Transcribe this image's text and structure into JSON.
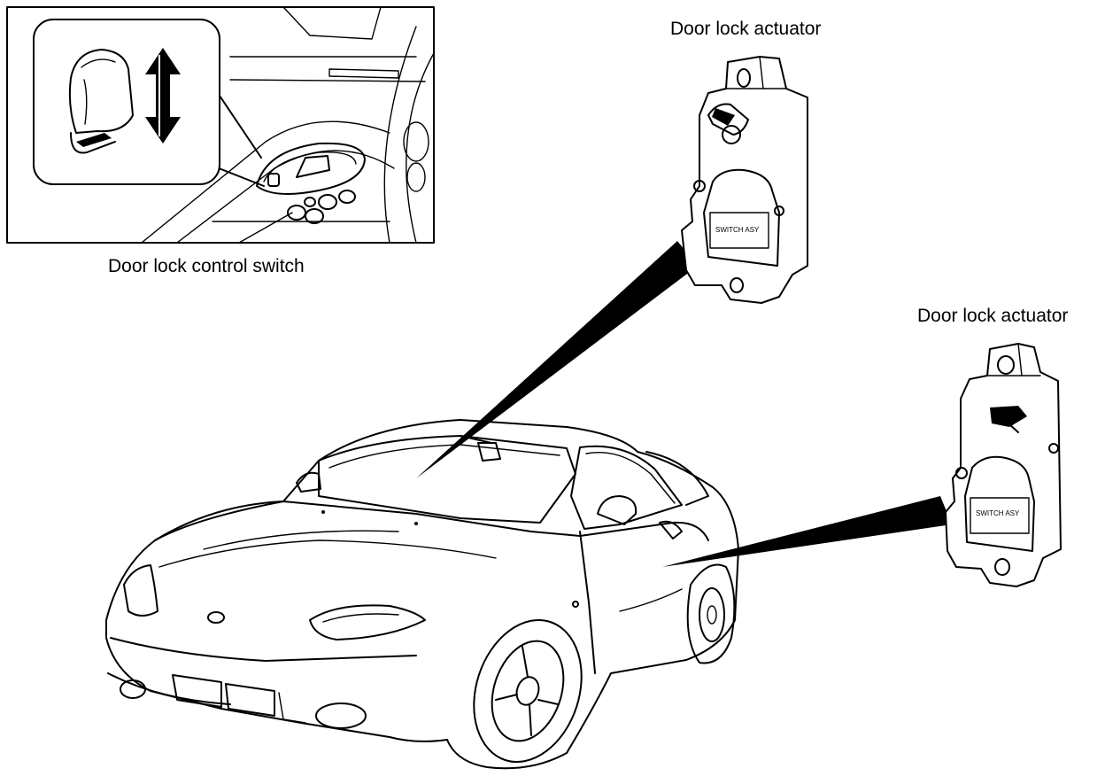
{
  "labels": {
    "switch": "Door lock control switch",
    "actuator_front": "Door lock actuator",
    "actuator_rear": "Door lock actuator"
  },
  "actuator_plate_text": "SWITCH ASY",
  "icons": [
    "door-lock-switch-icon",
    "up-down-arrow-icon",
    "car-icon",
    "actuator-icon",
    "leader-wedge-icon"
  ],
  "colors": {
    "ink": "#000000",
    "paper": "#ffffff"
  }
}
